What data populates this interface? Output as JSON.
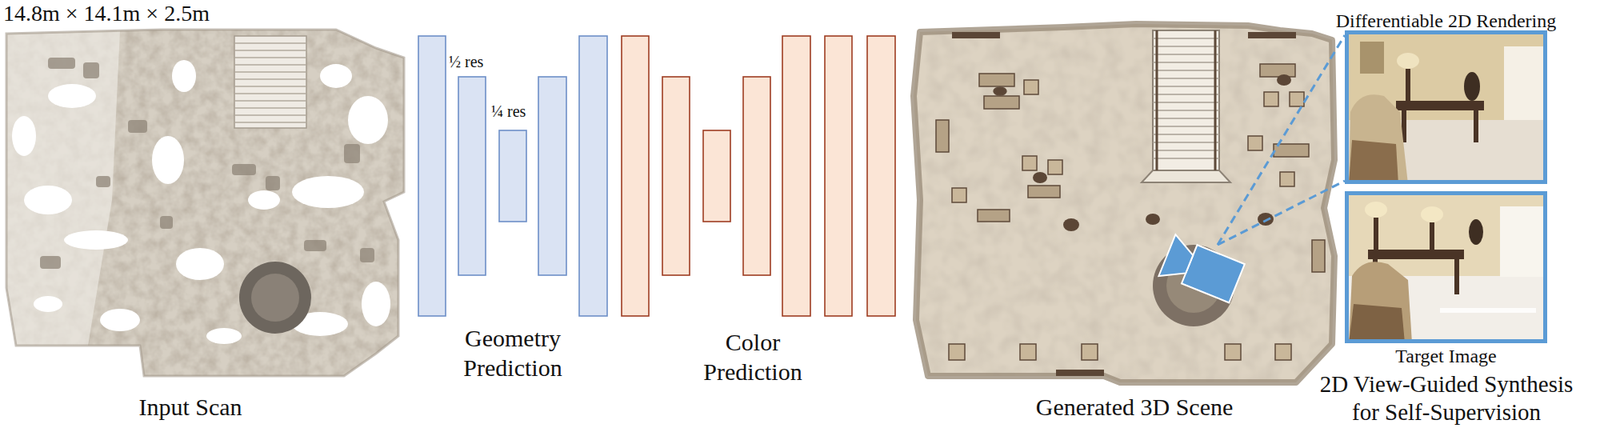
{
  "diagram": {
    "nodes": [
      {
        "text": [
          "Differentiable 2D Rendering"
        ]
      },
      {
        "text": [
          "Target Image"
        ]
      }
    ],
    "labels": [
      "14.8m × 14.1m × 2.5m",
      "½ res",
      "¼ res",
      "Input Scan",
      "Geometry Prediction",
      "Color Prediction",
      "Generated 3D Scene",
      "2D View-Guided Synthesis for Self-Supervision"
    ]
  }
}
